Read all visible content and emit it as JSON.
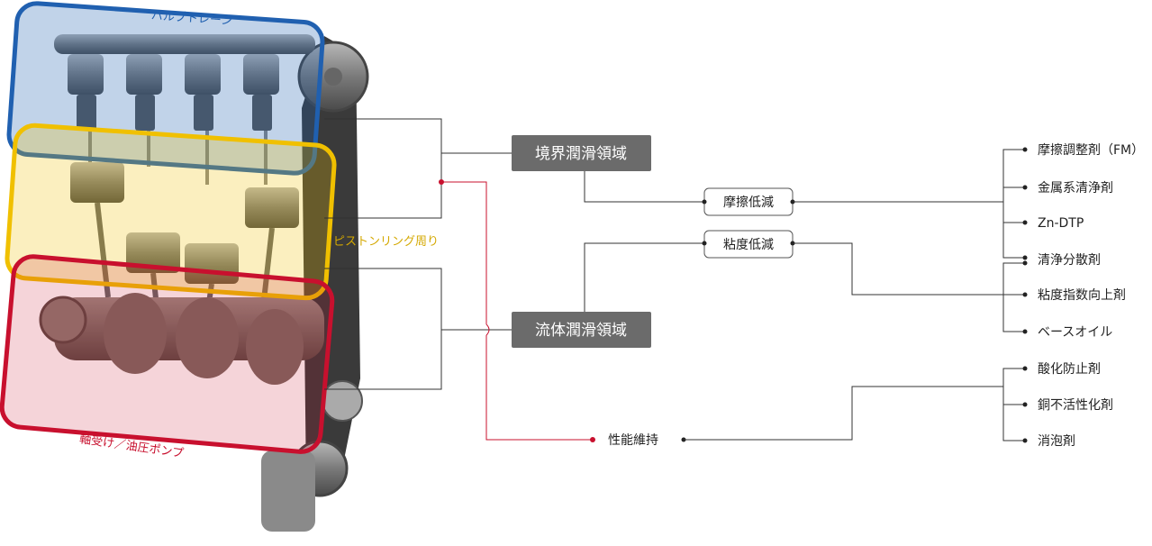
{
  "zones": {
    "valve_train": "バルブトレーン",
    "piston_ring": "ピストンリング周り",
    "bearing_pump": "軸受け／油圧ポンプ"
  },
  "categories": {
    "boundary": "境界潤滑領域",
    "fluid": "流体潤滑領域"
  },
  "functions": {
    "friction_reduction": "摩擦低減",
    "viscosity_reduction": "粘度低減",
    "performance_maintenance": "性能維持"
  },
  "additives": {
    "friction_group": [
      "摩擦調整剤（FM）",
      "金属系清浄剤",
      "Zn-DTP",
      "清浄分散剤"
    ],
    "viscosity_group": [
      "粘度指数向上剤",
      "ベースオイル"
    ],
    "performance_group": [
      "酸化防止剤",
      "銅不活性化剤",
      "消泡剤"
    ]
  },
  "colors": {
    "valve_zone": "#2060b0",
    "piston_zone": "#f0c000",
    "bearing_zone": "#c8102e",
    "dark_box": "#6b6b6b",
    "line": "#333333",
    "red_line": "#c8102e"
  }
}
